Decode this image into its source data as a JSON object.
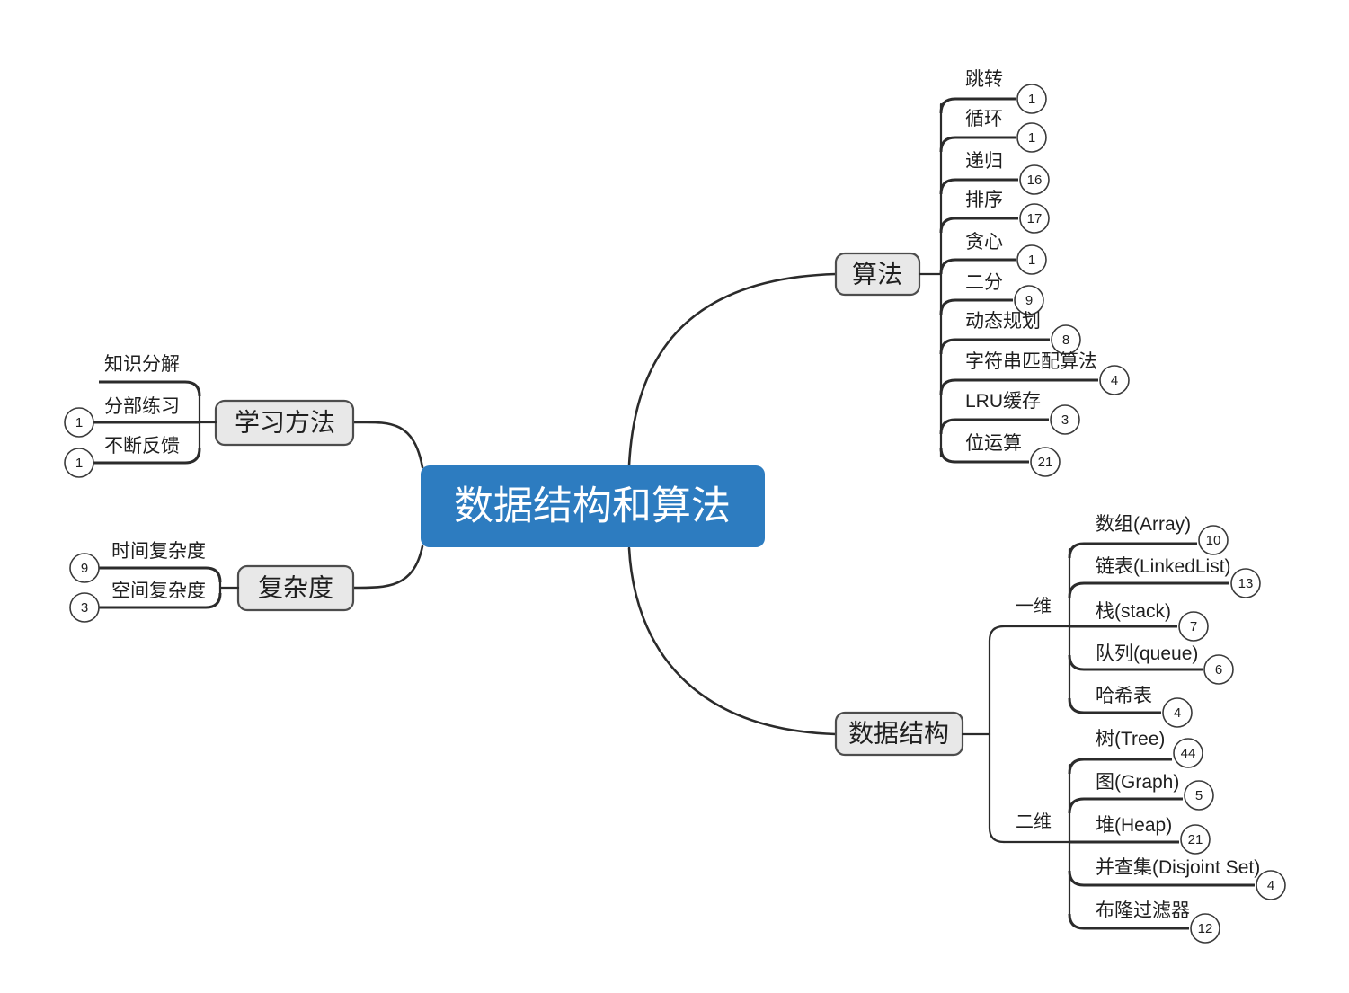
{
  "title": "数据结构和算法",
  "colors": {
    "root_fill": "#2d7cc0",
    "root_text": "#ffffff",
    "branch_fill": "#e8e8e8",
    "branch_stroke": "#4d4d4d",
    "line": "#2b2b2b",
    "badge_fill": "#ffffff",
    "text": "#1f1f1f",
    "background": "#ffffff"
  },
  "root": {
    "label": "数据结构和算法"
  },
  "branches": {
    "suanfa": {
      "label": "算法",
      "side": "right",
      "leaves": [
        {
          "label": "跳转",
          "badge": "1"
        },
        {
          "label": "循环",
          "badge": "1"
        },
        {
          "label": "递归",
          "badge": "16"
        },
        {
          "label": "排序",
          "badge": "17"
        },
        {
          "label": "贪心",
          "badge": "1"
        },
        {
          "label": "二分",
          "badge": "9"
        },
        {
          "label": "动态规划",
          "badge": "8"
        },
        {
          "label": "字符串匹配算法",
          "badge": "4"
        },
        {
          "label": "LRU缓存",
          "badge": "3"
        },
        {
          "label": "位运算",
          "badge": "21"
        }
      ]
    },
    "shujujiegou": {
      "label": "数据结构",
      "side": "right",
      "groups": [
        {
          "label": "一维",
          "leaves": [
            {
              "label": "数组(Array)",
              "badge": "10"
            },
            {
              "label": "链表(LinkedList)",
              "badge": "13"
            },
            {
              "label": "栈(stack)",
              "badge": "7"
            },
            {
              "label": "队列(queue)",
              "badge": "6"
            },
            {
              "label": "哈希表",
              "badge": "4"
            }
          ]
        },
        {
          "label": "二维",
          "leaves": [
            {
              "label": "树(Tree)",
              "badge": "44"
            },
            {
              "label": "图(Graph)",
              "badge": "5"
            },
            {
              "label": "堆(Heap)",
              "badge": "21"
            },
            {
              "label": "并查集(Disjoint Set)",
              "badge": "4"
            },
            {
              "label": "布隆过滤器",
              "badge": "12"
            }
          ]
        }
      ]
    },
    "xuexifangfa": {
      "label": "学习方法",
      "side": "left",
      "leaves": [
        {
          "label": "知识分解",
          "badge": null
        },
        {
          "label": "分部练习",
          "badge": "1"
        },
        {
          "label": "不断反馈",
          "badge": "1"
        }
      ]
    },
    "fuzadu": {
      "label": "复杂度",
      "side": "left",
      "leaves": [
        {
          "label": "时间复杂度",
          "badge": "9"
        },
        {
          "label": "空间复杂度",
          "badge": "3"
        }
      ]
    }
  }
}
